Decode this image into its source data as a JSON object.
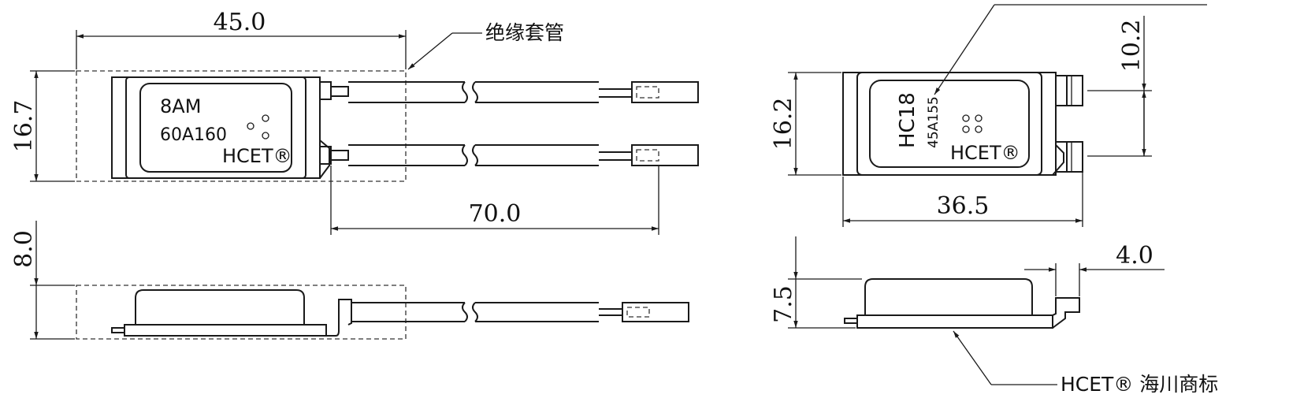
{
  "dimensions": {
    "top_width": "45.0",
    "top_height": "16.7",
    "lead_length": "70.0",
    "side_height": "8.0",
    "right_height": "16.2",
    "right_width": "36.5",
    "terminal_pitch": "10.2",
    "right_side_height": "7.5",
    "tab_width": "4.0"
  },
  "labels": {
    "sleeve": "绝缘套管",
    "brand_note": "HCET® 海川商标"
  },
  "left_part": {
    "line1": "8AM",
    "line2": "60A160",
    "brand": "HCET®"
  },
  "right_part": {
    "line1": "HC18",
    "line2": "45A155",
    "brand": "HCET®"
  }
}
